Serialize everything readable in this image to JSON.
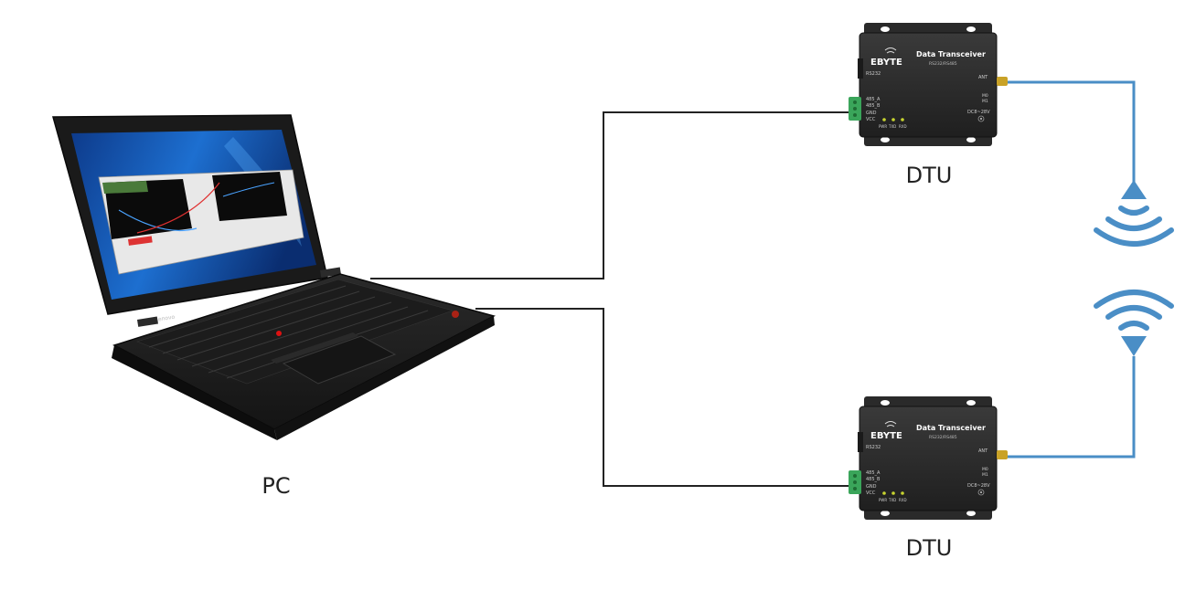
{
  "labels": {
    "pc": "PC",
    "dtu_top": "DTU",
    "dtu_bottom": "DTU"
  },
  "dtu_face": {
    "brand": "EBYTE",
    "product": "Data Transceiver",
    "model": "RS232/RS485",
    "port_label": "RS232",
    "pin_485a": "485_A",
    "pin_485b": "485_B",
    "pin_gnd": "GND",
    "pin_vcc": "VCC",
    "antenna_label": "ANT",
    "mode_m0": "M0",
    "mode_m1": "M1",
    "power_spec": "DC8~28V",
    "led_pwr": "PWR",
    "led_txd": "TXD",
    "led_rxd": "RXD"
  },
  "laptop": {
    "brand": "Lenovo"
  },
  "colors": {
    "wire": "#222222",
    "radio_link": "#4a8ec6",
    "device_body": "#2b2b2b",
    "terminal_block": "#3aa55a",
    "led": "#c8d430",
    "antenna_connector": "#c9a227"
  },
  "icons": {
    "signal": "wifi-signal-icon"
  }
}
